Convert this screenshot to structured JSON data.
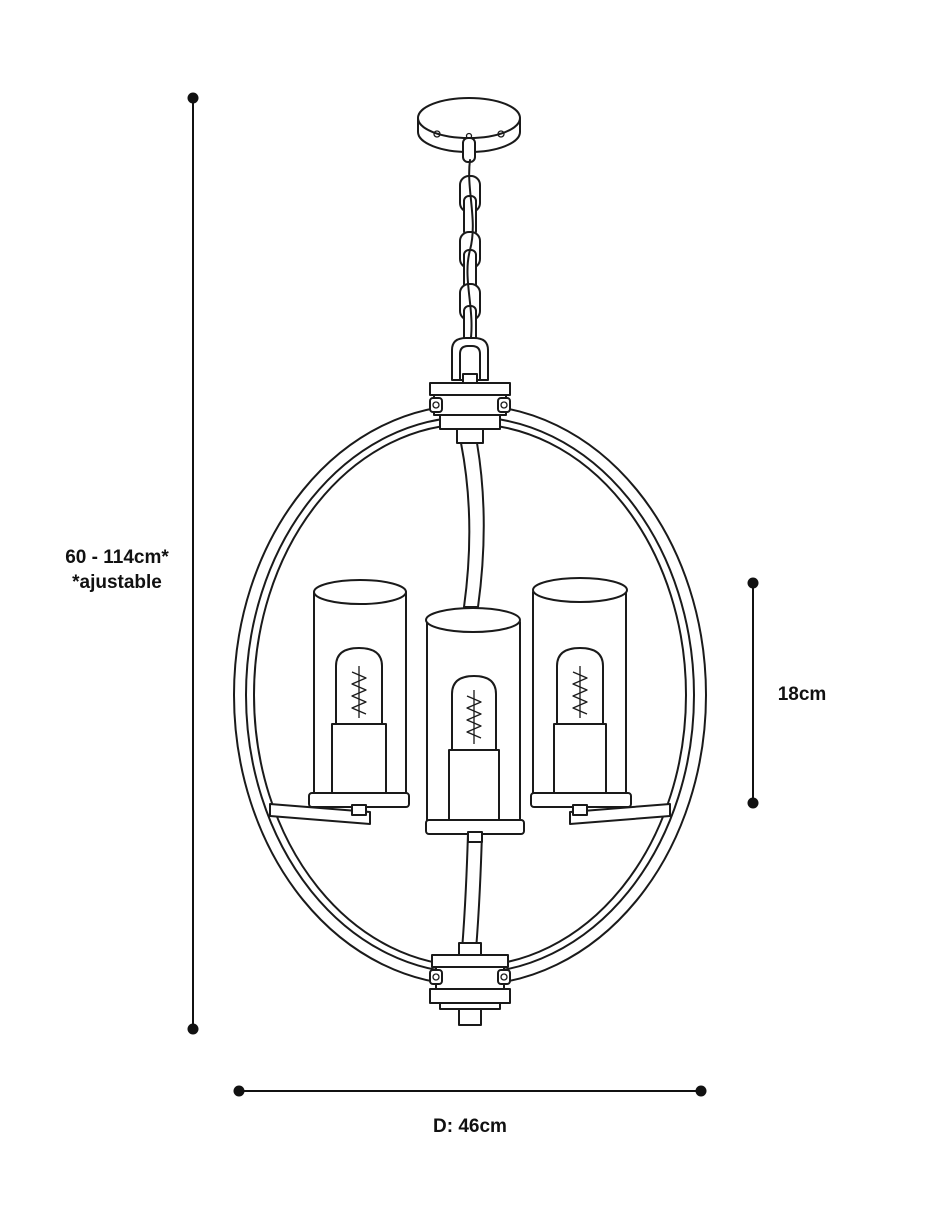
{
  "dimensions": {
    "height_label_line1": "60 - 114cm*",
    "height_label_line2": "*ajustable",
    "shade_height_label": "18cm",
    "diameter_label": "D: 46cm"
  },
  "colors": {
    "line": "#1a1a1a",
    "background": "#ffffff"
  }
}
